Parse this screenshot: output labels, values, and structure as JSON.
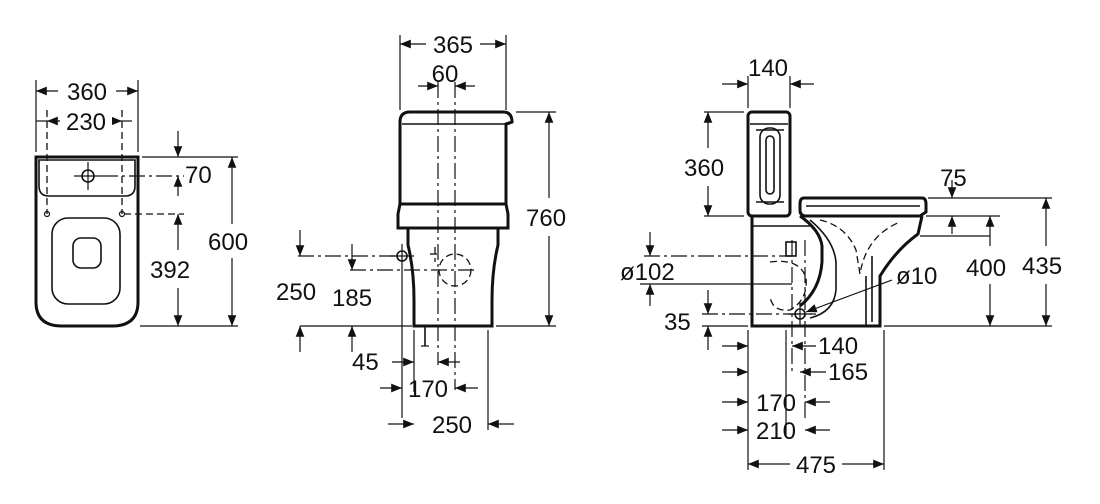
{
  "top_view": {
    "width": "360",
    "hole_spacing": "230",
    "hole_offset": "70",
    "fixing_depth": "392",
    "depth": "600"
  },
  "front_view": {
    "tank_width": "365",
    "valve_offset": "60",
    "height": "760",
    "water_inlet_height": "250",
    "inlet_height_185": "185",
    "inlet_offset_45": "45",
    "base_width_170": "170",
    "base_width_250": "250"
  },
  "side_view": {
    "tank_depth": "140",
    "tank_height": "360",
    "seat_overhang": "75",
    "outlet_diameter": "ø102",
    "screw_diameter": "ø10",
    "rim_height": "400",
    "seat_height": "435",
    "outlet_height": "35",
    "outlet_offset_140": "140",
    "outlet_offset_165": "165",
    "outlet_offset_170": "170",
    "outlet_offset_210": "210",
    "total_depth": "475"
  }
}
